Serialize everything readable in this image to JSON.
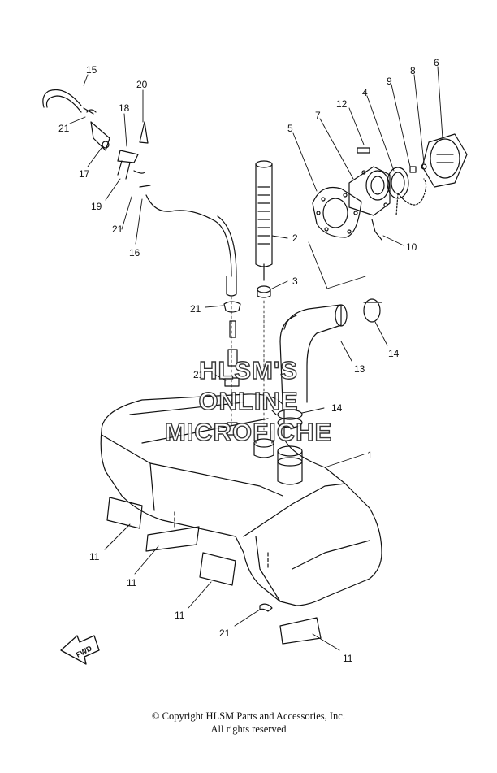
{
  "watermark": {
    "line1": "HLSM'S",
    "line2": "ONLINE",
    "line3": "MICROFICHE"
  },
  "fwd_label": "FWD",
  "callouts": [
    {
      "id": "c15",
      "label": "15"
    },
    {
      "id": "c20",
      "label": "20"
    },
    {
      "id": "c18",
      "label": "18"
    },
    {
      "id": "c21a",
      "label": "21"
    },
    {
      "id": "c17",
      "label": "17"
    },
    {
      "id": "c19",
      "label": "19"
    },
    {
      "id": "c21b",
      "label": "21"
    },
    {
      "id": "c16",
      "label": "16"
    },
    {
      "id": "c2",
      "label": "2"
    },
    {
      "id": "c3",
      "label": "3"
    },
    {
      "id": "c21c",
      "label": "21"
    },
    {
      "id": "c21d",
      "label": "21"
    },
    {
      "id": "c5",
      "label": "5"
    },
    {
      "id": "c7",
      "label": "7"
    },
    {
      "id": "c12",
      "label": "12"
    },
    {
      "id": "c4",
      "label": "4"
    },
    {
      "id": "c9",
      "label": "9"
    },
    {
      "id": "c8",
      "label": "8"
    },
    {
      "id": "c6",
      "label": "6"
    },
    {
      "id": "c10",
      "label": "10"
    },
    {
      "id": "c14a",
      "label": "14"
    },
    {
      "id": "c13",
      "label": "13"
    },
    {
      "id": "c14b",
      "label": "14"
    },
    {
      "id": "c1",
      "label": "1"
    },
    {
      "id": "c11a",
      "label": "11"
    },
    {
      "id": "c11b",
      "label": "11"
    },
    {
      "id": "c11c",
      "label": "11"
    },
    {
      "id": "c21e",
      "label": "21"
    },
    {
      "id": "c11d",
      "label": "11"
    }
  ],
  "copyright": {
    "line1": "© Copyright HLSM Parts and Accessories, Inc.",
    "line2": "All rights reserved"
  }
}
